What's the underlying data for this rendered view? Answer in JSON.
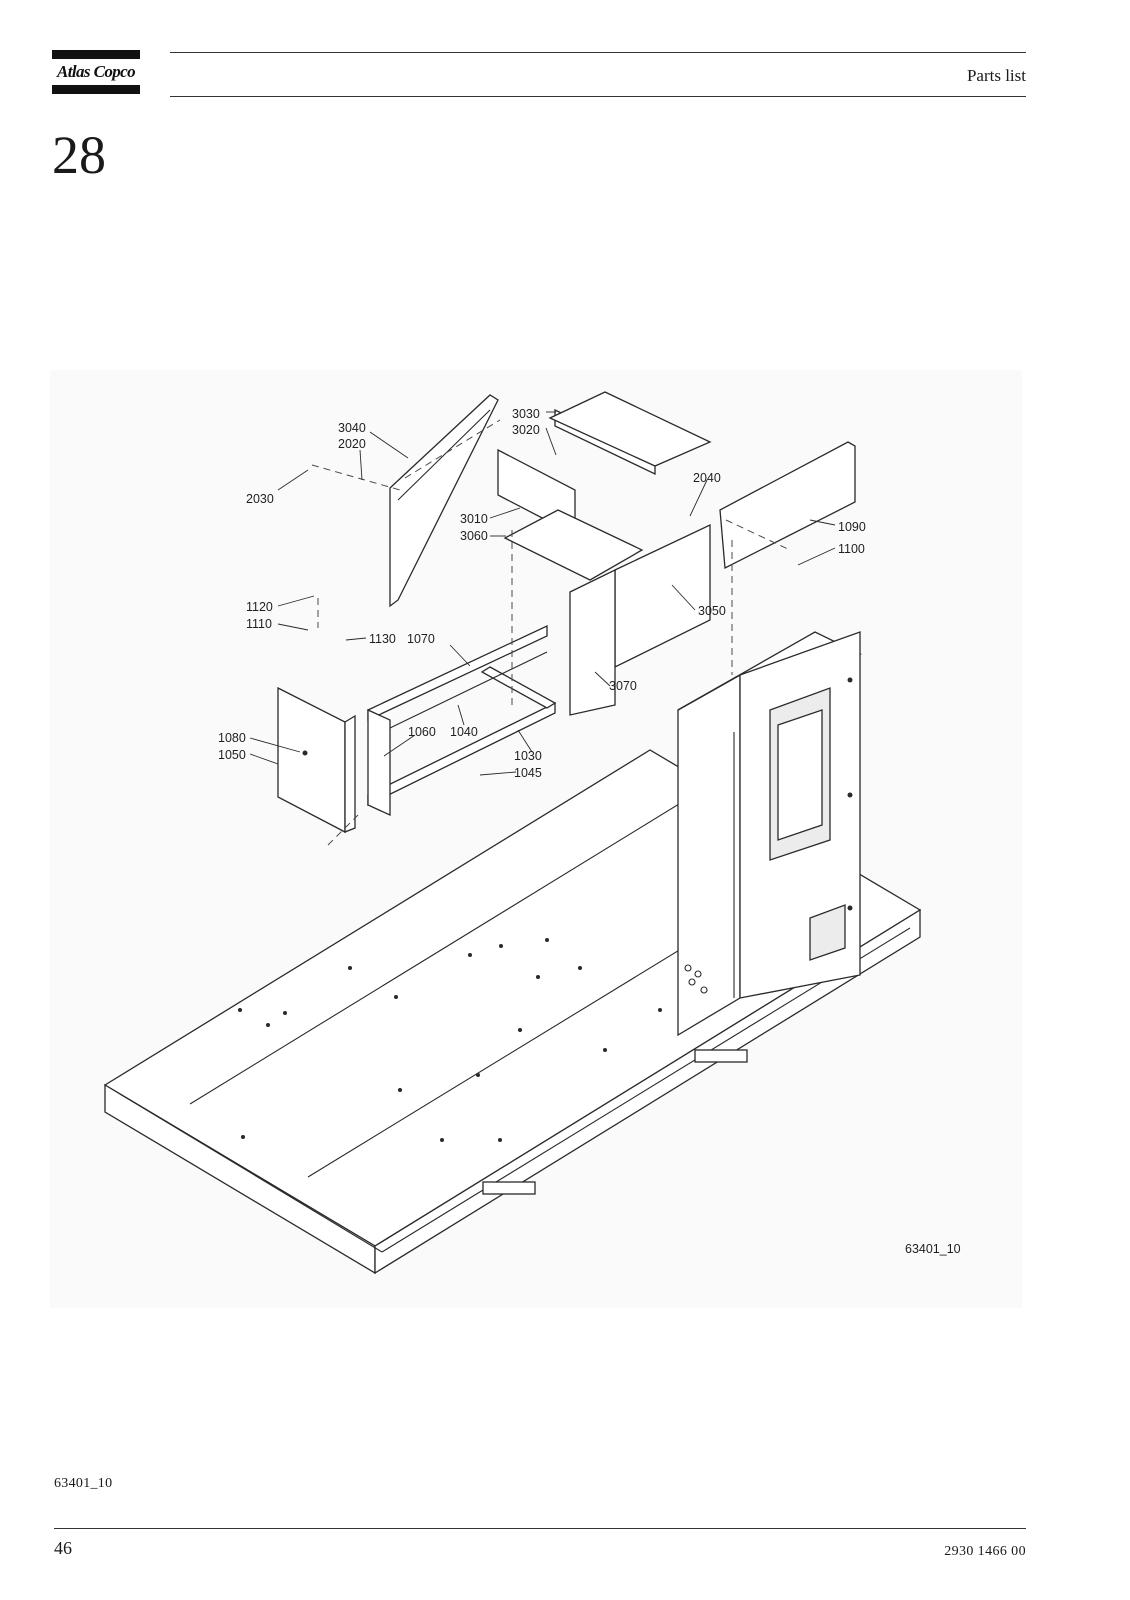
{
  "header": {
    "brand": "Atlas Copco",
    "title": "Parts list"
  },
  "section_number": "28",
  "drawing": {
    "drawing_id": "63401_10",
    "callouts": [
      "3040",
      "2020",
      "2030",
      "3030",
      "3020",
      "3010",
      "3060",
      "2040",
      "1090",
      "1100",
      "3050",
      "1120",
      "1110",
      "1130",
      "1070",
      "3070",
      "1080",
      "1050",
      "1060",
      "1040",
      "1030",
      "1045"
    ]
  },
  "footer": {
    "figure_ref": "63401_10",
    "page_number": "46",
    "document_number": "2930 1466 00"
  }
}
